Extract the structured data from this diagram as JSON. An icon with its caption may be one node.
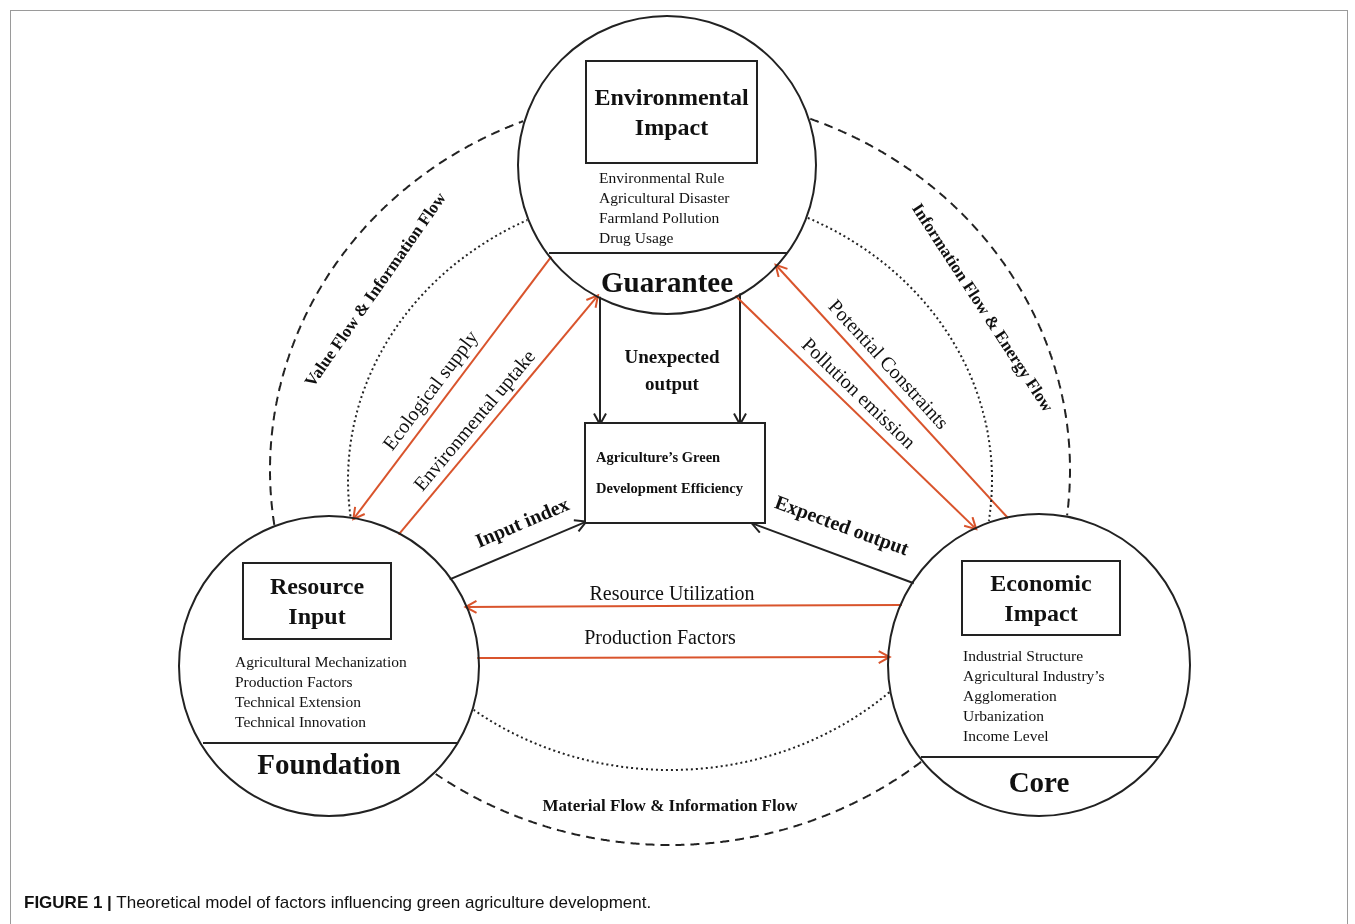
{
  "diagram": {
    "caption": "**FIGURE 1 |** Theoretical model of factors influencing green agriculture development.",
    "nodes": [
      {
        "text": [
          "Environmental Rule",
          "Agricultural Disaster",
          "Farmland Pollution",
          "Drug Usage",
          "Guarantee"
        ]
      },
      {
        "text": [
          "Environmental Impact"
        ],
        "in": 0
      },
      {
        "text": [
          "Agriculture’s Green Development Efficiency"
        ]
      },
      {
        "text": [
          "Agricultural Mechanization",
          "Production Factors",
          "Technical Extension",
          "Technical Innovation",
          "Foundation"
        ]
      },
      {
        "text": [
          "Resource Input"
        ],
        "in": 3
      },
      {
        "text": [
          "Industrial Structure",
          "Agricultural Industry’s Agglomeration",
          "Urbanization",
          "Income Level",
          "Core"
        ]
      },
      {
        "text": [
          "Economic Impact"
        ],
        "in": 5
      }
    ],
    "edges": [
      {
        "from": 0,
        "to": 2,
        "arrow": "to"
      },
      {
        "from": 0,
        "to": 2,
        "arrow": "to"
      },
      {
        "from": 3,
        "to": 2,
        "arrow": "to",
        "label": "Input index"
      },
      {
        "from": 5,
        "to": 2,
        "arrow": "to",
        "label": "Expected output"
      },
      {
        "from": 0,
        "to": 3,
        "arrow": "to",
        "label": "Ecological supply",
        "color": "#d9542c"
      },
      {
        "from": 3,
        "to": 0,
        "arrow": "to",
        "label": "Environmental uptake",
        "color": "#d9542c"
      },
      {
        "from": 0,
        "to": 5,
        "arrow": "to",
        "label": "Pollution emission",
        "color": "#d9542c"
      },
      {
        "from": 5,
        "to": 0,
        "arrow": "to",
        "label": "Potential Constraints",
        "color": "#d9542c"
      },
      {
        "from": 5,
        "to": 3,
        "arrow": "to",
        "label": "Resource Utilization",
        "color": "#d9542c"
      },
      {
        "from": 3,
        "to": 5,
        "arrow": "to",
        "label": "Production Factors",
        "color": "#d9542c"
      },
      {
        "from": 3,
        "to": 0,
        "arrow": "none",
        "label": "Value Flow & Information Flow",
        "style": "dashed"
      },
      {
        "from": 0,
        "to": 5,
        "arrow": "none",
        "label": "Information Flow & Energy Flow",
        "style": "dashed"
      },
      {
        "from": 5,
        "to": 3,
        "arrow": "none",
        "label": "Material Flow & Information Flow",
        "style": "dashed"
      },
      {
        "from": 3,
        "to": 0,
        "arrow": "none",
        "style": "dashed"
      },
      {
        "from": 0,
        "to": 5,
        "arrow": "none",
        "style": "dashed"
      },
      {
        "from": 5,
        "to": 3,
        "arrow": "none",
        "style": "dashed"
      }
    ],
    "labels": [
      "Unexpected output"
    ]
  }
}
